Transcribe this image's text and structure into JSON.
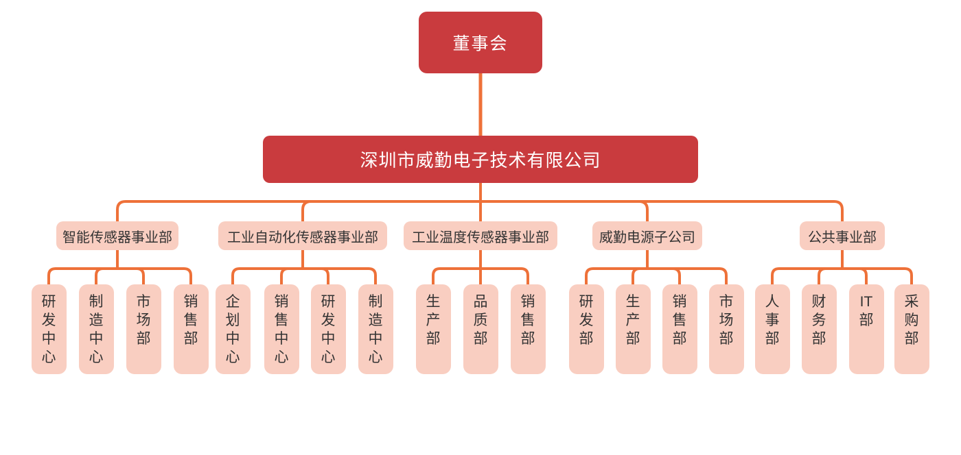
{
  "palette": {
    "red_node": "#c93b3e",
    "pink_node": "#f9cec1",
    "dark_text": "#333333",
    "light_text": "#ffffff",
    "connector": "#ee7139"
  },
  "org": {
    "root": {
      "label": "董事会"
    },
    "company": {
      "label": "深圳市威勤电子技术有限公司"
    },
    "divisions": [
      {
        "label": "智能传感器事业部",
        "departments": [
          "研发中心",
          "制造中心",
          "市场部",
          "销售部"
        ]
      },
      {
        "label": "工业自动化传感器事业部",
        "departments": [
          "企划中心",
          "销售中心",
          "研发中心",
          "制造中心"
        ]
      },
      {
        "label": "工业温度传感器事业部",
        "departments": [
          "生产部",
          "品质部",
          "销售部"
        ]
      },
      {
        "label": "威勤电源子公司",
        "departments": [
          "研发部",
          "生产部",
          "销售部",
          "市场部"
        ]
      },
      {
        "label": "公共事业部",
        "departments": [
          "人事部",
          "财务部",
          "IT部",
          "采购部"
        ]
      }
    ]
  }
}
